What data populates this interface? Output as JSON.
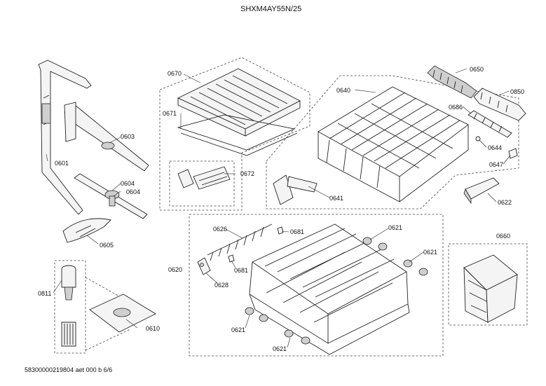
{
  "header": {
    "model": "SHXM4AY55N/25"
  },
  "footer": {
    "document_code": "58300000219804 aet 000 b 6/6"
  },
  "callouts": {
    "c0601": "0601",
    "c0603": "0603",
    "c0604a": "0604",
    "c0604b": "0604",
    "c0605": "0605",
    "c0670": "0670",
    "c0671": "0671",
    "c0672": "0672",
    "c0640": "0640",
    "c0641": "0641",
    "c0650": "0650",
    "c0850": "0850",
    "c0686": "0686",
    "c0644": "0644",
    "c0647": "0647",
    "c0622": "0622",
    "c0620": "0620",
    "c0626": "0626",
    "c0681a": "0681",
    "c0681b": "0681",
    "c0628": "0628",
    "c0621a": "0621",
    "c0621b": "0621",
    "c0621c": "0621",
    "c0621d": "0621",
    "c0660": "0660",
    "c0811": "0811",
    "c0610": "0610"
  }
}
